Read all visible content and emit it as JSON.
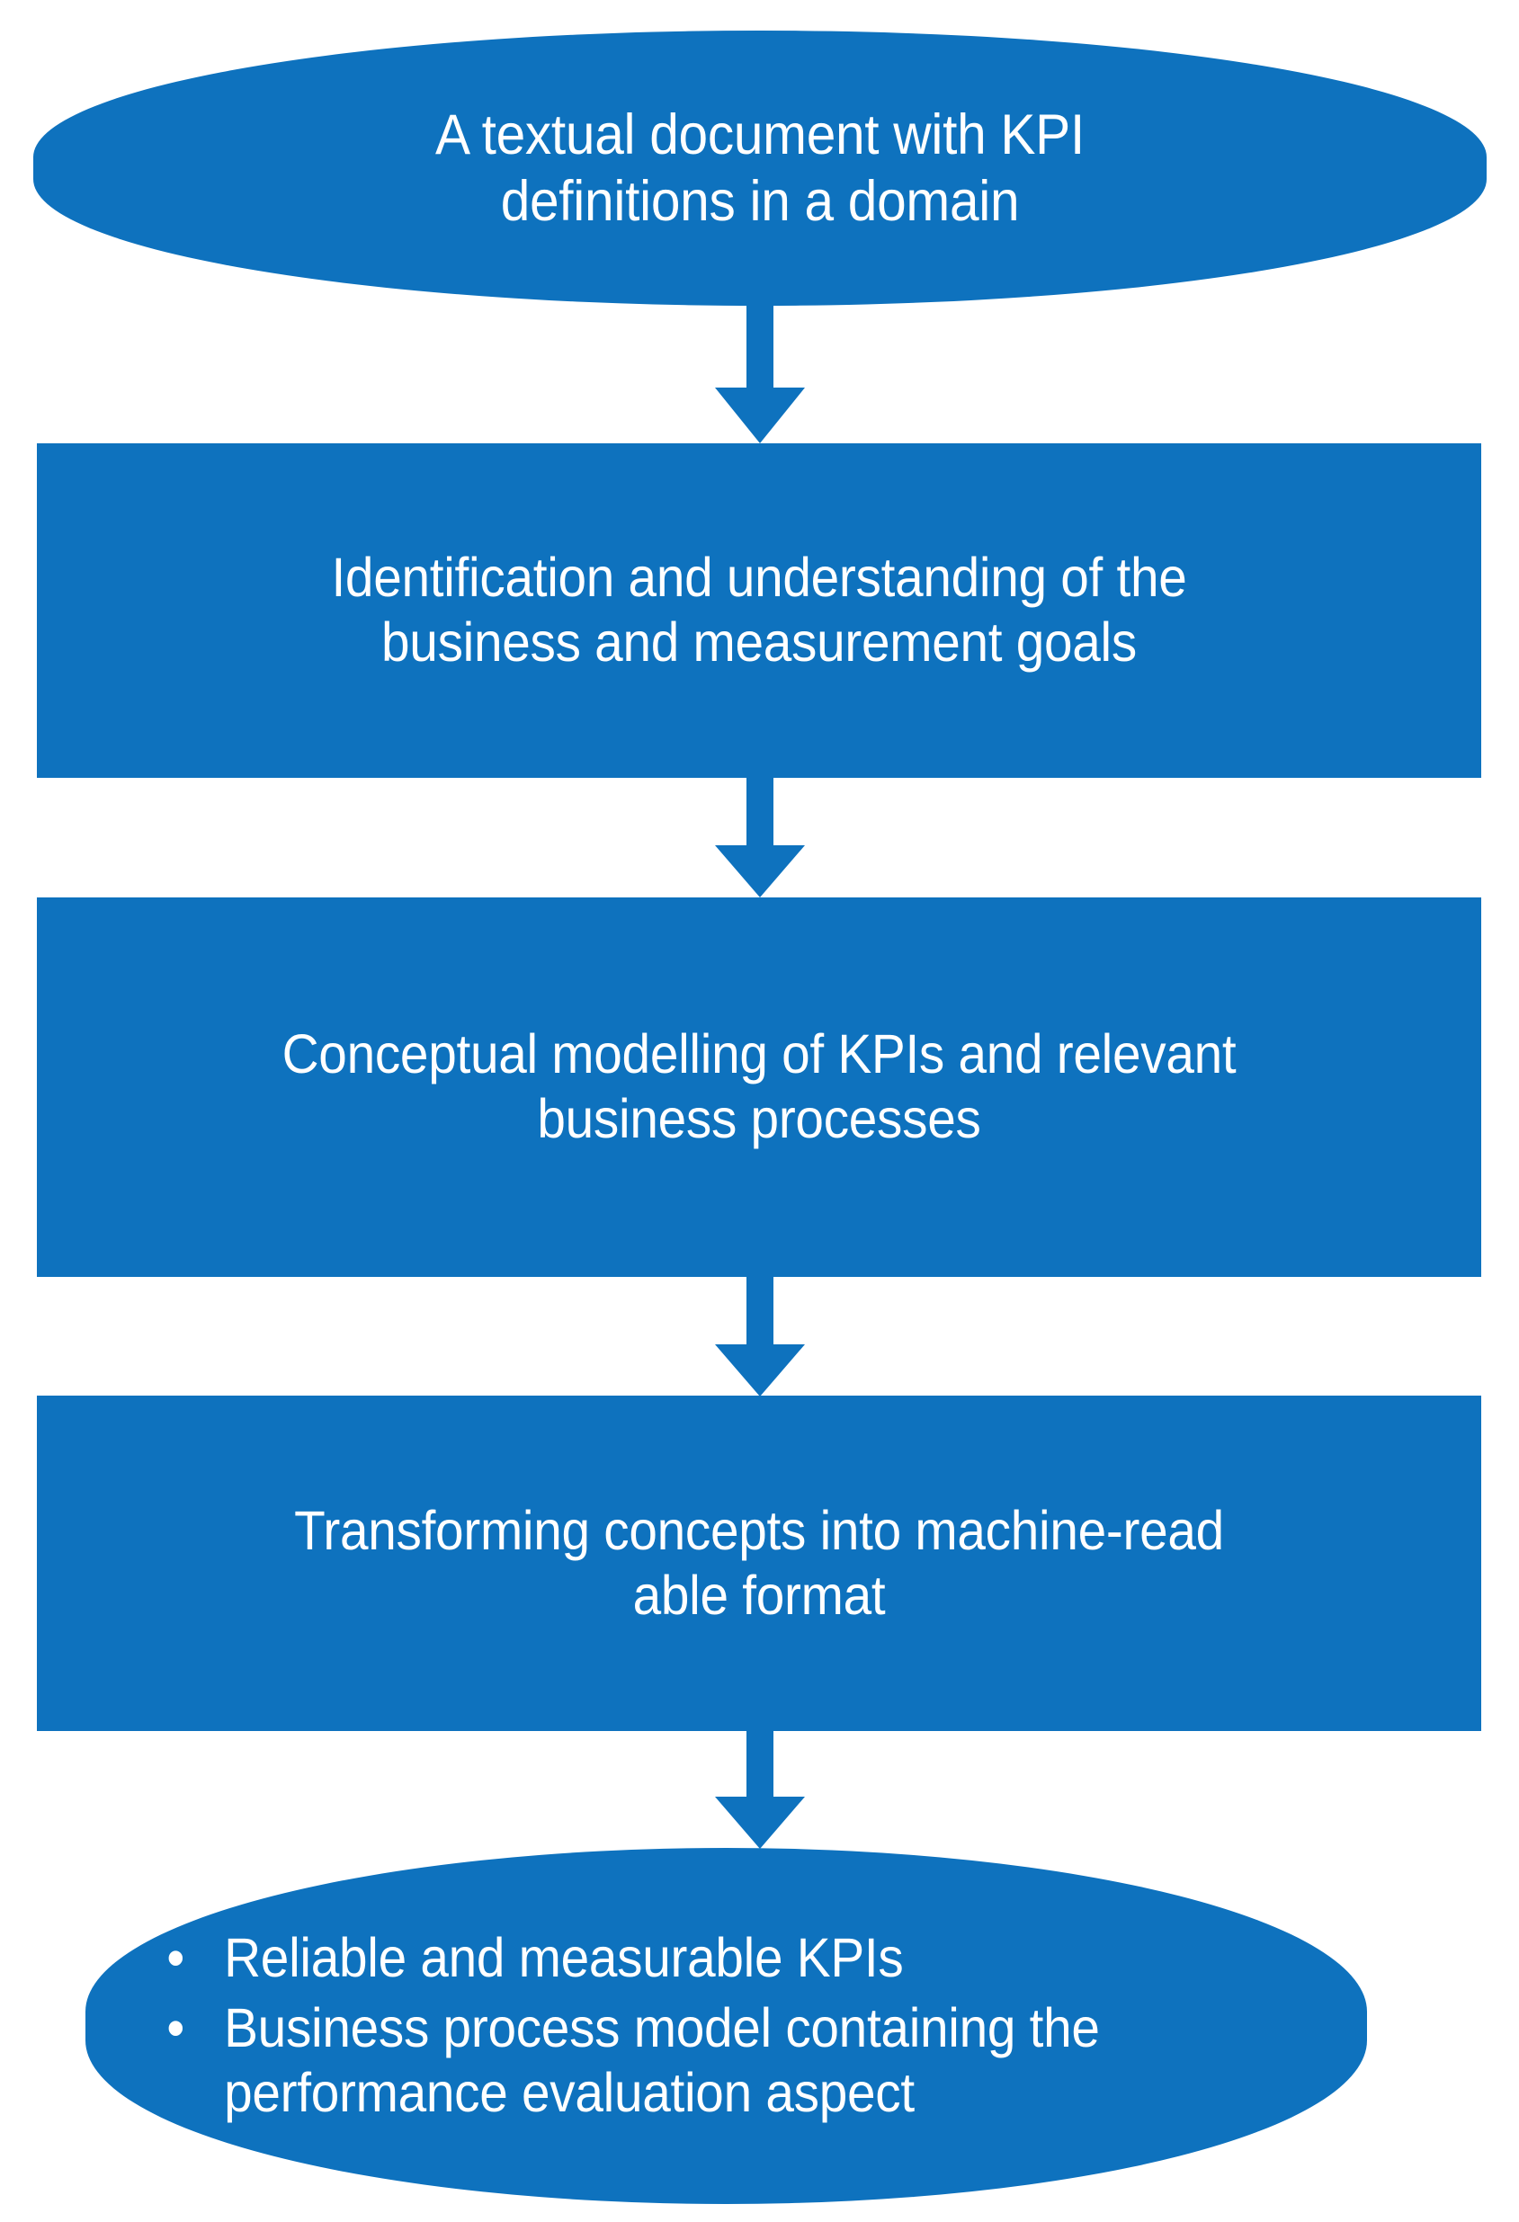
{
  "diagram": {
    "title": "KPI definition and modelling process flow",
    "accent_color": "#0e72be",
    "text_color": "#ffffff",
    "background_color": "#ffffff",
    "orientation": "top-to-bottom",
    "node_count": 5,
    "arrow_count": 4
  },
  "nodes": {
    "source": {
      "shape": "terminator",
      "role": "input",
      "text": "A textual document with KPI definitions in a domain",
      "line1": "A textual document with KPI",
      "line2": "definitions in a domain"
    },
    "identify": {
      "shape": "process",
      "role": "step-1",
      "text": "Identification and understanding of the business and measurement goals",
      "line1": "Identification and understanding of the",
      "line2": "business and measurement goals"
    },
    "model": {
      "shape": "process",
      "role": "step-2",
      "text": "Conceptual modelling of KPIs and relevant business processes",
      "line1": "Conceptual modelling of KPIs and relevant",
      "line2": "business processes"
    },
    "transform": {
      "shape": "process",
      "role": "step-3",
      "text": "Transforming concepts into machine-read able format",
      "line1": "Transforming concepts into machine-read",
      "line2": "able format"
    },
    "output": {
      "shape": "terminator",
      "role": "output",
      "bullet_marker": "•",
      "bullets": [
        "Reliable and measurable KPIs",
        "Business process model containing the performance evaluation aspect"
      ]
    }
  },
  "arrows": [
    {
      "name": "arrow-source-to-identify",
      "from": "source",
      "to": "identify",
      "direction": "down"
    },
    {
      "name": "arrow-identify-to-model",
      "from": "identify",
      "to": "model",
      "direction": "down"
    },
    {
      "name": "arrow-model-to-transform",
      "from": "model",
      "to": "transform",
      "direction": "down"
    },
    {
      "name": "arrow-transform-to-output",
      "from": "transform",
      "to": "output",
      "direction": "down"
    }
  ]
}
